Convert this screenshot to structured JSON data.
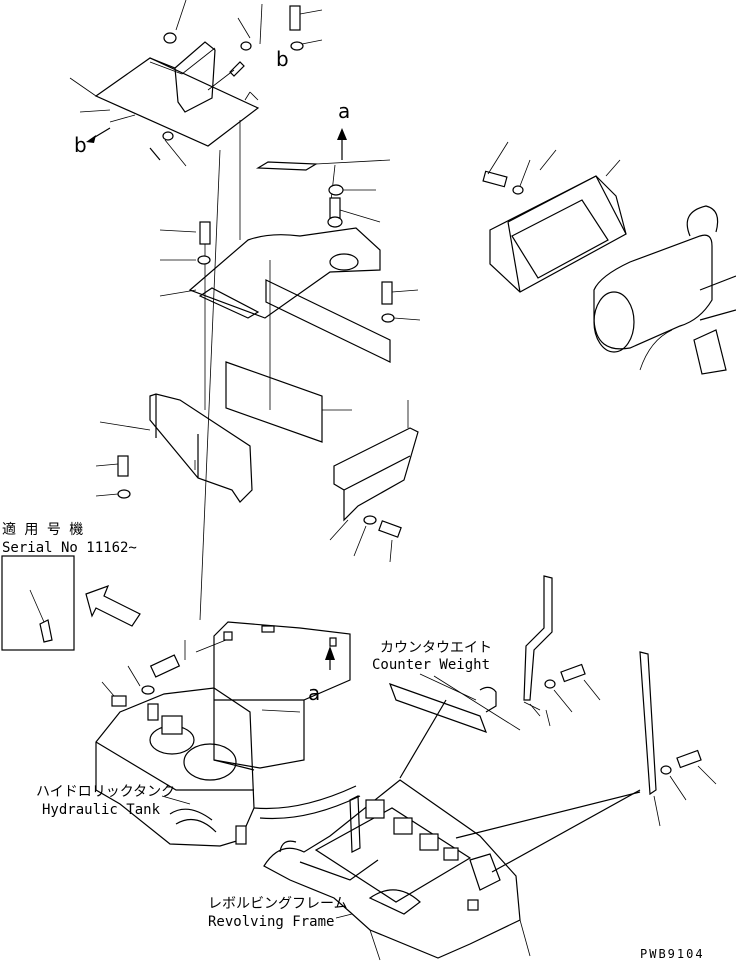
{
  "labels": {
    "serial_jp": "適 用 号 機",
    "serial_en": "Serial No 11162~",
    "counter_weight_jp": "カウンタウエイト",
    "counter_weight_en": "Counter Weight",
    "hydraulic_tank_jp": "ハイドロリックタンク",
    "hydraulic_tank_en": "Hydraulic Tank",
    "revolving_frame_jp": "レボルビングフレーム",
    "revolving_frame_en": "Revolving Frame",
    "drawing_code": "PWB9104"
  },
  "callouts": {
    "a_top": "a",
    "a_bottom": "a",
    "b_left": "b",
    "b_top": "b"
  },
  "colors": {
    "line": "#000000",
    "background": "#ffffff"
  }
}
